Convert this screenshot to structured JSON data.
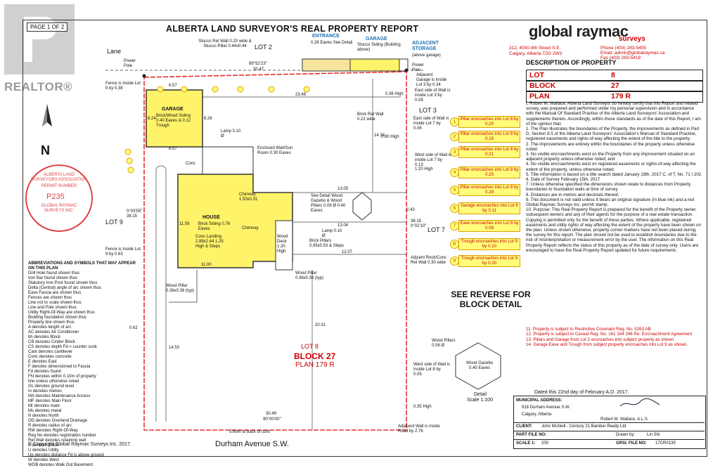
{
  "watermark": {
    "brand": "REALTOR®"
  },
  "header": {
    "page_label": "PAGE 1 OF 2",
    "title": "ALBERTA LAND SURVEYOR'S REAL PROPERTY REPORT"
  },
  "company": {
    "name": "global raymac",
    "sub": "surveys",
    "address_line1": "312, 4000-4th Street S.E.",
    "address_line2": "Calgary, Alberta T2G 2W3",
    "phone": "Phone (403) 283-5455",
    "email": "Email: admin@globalraymac.ca",
    "fax": "Fax (403) 283-5418"
  },
  "description": {
    "title": "DESCRIPTION OF PROPERTY",
    "rows": [
      {
        "label": "LOT",
        "value": "8"
      },
      {
        "label": "BLOCK",
        "value": "27"
      },
      {
        "label": "PLAN",
        "value": "179 R"
      }
    ]
  },
  "certification": {
    "intro": "I, Robert M. Wallace, Alberta Land Surveyor do hereby certify that this Report and related survey, was prepared and performed under my personal supervision and in accordance with the Manual Of Standard Practice of the Alberta Land Surveyors' Association and supplements thereto. Accordingly, within those standards as of the date of this Report, I am of the opinion that:",
    "items": [
      "1. The Plan illustrates the boundaries of the Property, the improvements as defined in Part D, Section 8.5 of the Alberta Land Surveyors' Association's Manual of Standard Practice, registered easements and rights-of-way affecting the extent of the title to the property;",
      "2. The improvements are entirely within the boundaries of the property unless otherwise noted;",
      "3. No visible encroachments exist on the Property from any improvement situated on an adjacent property unless otherwise noted; and",
      "4. No visible encroachments exist on registered easements or rights-of-way affecting the extent of the property, unless otherwise noted.",
      "5. Title information is based on a title search dated January 19th, 2017 C. of T. No. 71 I 202",
      "6. Date of Survey February 15th, 2017",
      "7. Unless otherwise specified the dimensions shown relate to distances from Property boundaries to foundation walls at time of survey",
      "8. Distances are in metres and decimals thereof.",
      "9. This document is not valid unless it bears an original signature (in blue ink) and a red Global Raymac Surveys Inc. permit stamp.",
      "10. Purpose: This Real Property Report is prepared for the benefit of the Property owner, subsequent owners and any of their agents for the purpose of a real estate transaction. Copying is permitted only for the benefit of these parties. Where applicable, registered easements and utility rights of way affecting the extent of the property have been shown on the plan. Unless shown otherwise, property corner markers have not been placed during the survey for this report. The plan should not be used to establish boundaries due to the risk of misinterpretation or measurement error by the user. The information on this Real Property Report reflects the status of this property as of the date of survey only. Users are encouraged to have the Real Property Report updated for future requirements."
    ]
  },
  "red_notes": [
    "11. Property is subject to Restrictive Covenant Reg. No. 5263 AB",
    "12. Property is subject to Caveat Reg. No. 161 164 246 Re: Encroachment Agreement",
    "13. Pillars and Garage from Lot 2 encroaches into subject property as shown.",
    "14. Garage Eave and Trough from subject property encroaches into Lot 9 as shown."
  ],
  "callouts": [
    {
      "num": "1",
      "text": "Pillar encroaches into Lot 8 by 0.20"
    },
    {
      "num": "2",
      "text": "Pillar encroaches into Lot 8 by 0.19"
    },
    {
      "num": "3",
      "text": "Pillar encroaches into Lot 8 by 0.21"
    },
    {
      "num": "4",
      "text": "Pillar encroaches into Lot 8 by 0.25"
    },
    {
      "num": "5",
      "text": "Pillar encroaches into Lot 8 by 0.29"
    },
    {
      "num": "6",
      "text": "Garage encroaches into Lot 8 by 0.11"
    },
    {
      "num": "7",
      "text": "Eave encroaches into Lot 9 by 0.08"
    },
    {
      "num": "8",
      "text": "Trough encroaches into Lot 9 by 0.10"
    },
    {
      "num": "9",
      "text": "Trough encroaches into Lot 9 by 0.20"
    }
  ],
  "reverse_note": {
    "line1": "SEE REVERSE FOR",
    "line2": "BLOCK DETAIL"
  },
  "plan": {
    "lane": "Lane",
    "lot2": "LOT 2",
    "lot3": "LOT 3",
    "lot7": "LOT 7",
    "lot9": "LOT 9",
    "lot8": "LOT 8",
    "block": "BLOCK 27",
    "plan": "PLAN 179 R",
    "entrance_title": "ENTRANCE",
    "entrance_text": "0.28 Eaves See Detail",
    "garage_adj_title": "GARAGE",
    "garage_adj_text": "Stucco Siding (Building above)",
    "adj_storage_title": "ADJACENT STORAGE",
    "adj_storage_sub": "(above garage)",
    "stucco_wall": "Stucco Ret Wall 0.20 wide & Stucco Pillar 0.44x0.44",
    "bearing_top": "89°52'23\"",
    "top_dim": "30.47",
    "dim_2348": "23.48",
    "dim_036": "0.36 High",
    "power_pole_left": "Power Pole",
    "power_pole_right": "Power Pole",
    "adj_garage": "Adjacent Garage is inside Lot 3 by 0.34",
    "east_wall": "East side of Wall is inside Lot 3 by 0.08",
    "brick_wall": "Brick Ret Wall 0.22 wide",
    "east_wall_7": "East side of Wall is inside Lot 7 by 0.06",
    "dim_080": "0.80 High",
    "west_wall_7": "West side of Wall is inside Lot 7 by 0.13",
    "dim_120": "1:20 High",
    "fence_lot9_top": "Fence is inside Lot 9 by 0.38",
    "fence_lot9_bottom": "Fence is inside Lot 9 by 0.63",
    "garage_title": "GARAGE",
    "garage_text": "Brick/Wood Siding 0.40 Eaves & 0.12 Trough",
    "garage_dim_top": "6.57",
    "garage_dim_bottom": "6.57",
    "garage_dim_side": "8.24",
    "garage_dim_right": "8.26",
    "lamp_top": "Lamp 0.10 Ø",
    "sunroom": "Enclosed Wall/Sun Room 0.30 Eaves",
    "house_title": "HOUSE",
    "house_text": "Brick Siding 0.76 Eaves",
    "chimney_top": "Chimney 1.50x0.31",
    "chimney_mid": "Chimney",
    "landing": "Conc Landing 2.88x2.44 1.25 High & Steps",
    "house_dim_side": "11.59",
    "house_dim_bottom": "11.00",
    "deck": "Wood Deck 1.20 High",
    "brick_pillars": "Brick Pillars 0.95x0.53 & Steps",
    "gazebo_detail": "See Detail Wood Gazebo & Wood Pillars 0.08 Ø 0.40 Eaves",
    "dim_1305": "13.05",
    "dim_1304": "13.04",
    "dim_1207": "12.07",
    "dim_243": "2.43",
    "lamp_mid": "Lamp 0.10 Ø",
    "adj_rock": "Adjcent Rock/Conc Ret Wall 0.30 wide",
    "wood_pillar_left": "Wood Pillar 0.36x0.36 (typ)",
    "wood_pillar_mid": "Wood Pillar 0.36x0.36 (typ)",
    "conc": "Conc",
    "dim_2031": "20.31",
    "dim_1474": "14.74",
    "dim_062": "0.62",
    "dim_1453": "14.53",
    "bottom_dim": "30.49",
    "bottom_bearing": "90°00'00\"",
    "west_wall_8": "West side of Wall is inside Lot 8 by 0.05",
    "dim_035": "0.35 High",
    "adj_wall_road": "Adjacent Wall is inside Road by 2.76",
    "curb": "5.69m to back of curb",
    "lot9_bearing": "0°03'55\" 38.15",
    "lot7_bearing": "38.15 0°02'10\"",
    "street": "Durham Avenue S.W."
  },
  "detail": {
    "wood_pillars": "Wood Pillars 0.08 Ø",
    "gazebo": "Wood Gazebo 0.40 Eaves",
    "label": "Detail",
    "scale": "Scale 1:100"
  },
  "stamp": {
    "line1": "ALBERTA LAND SURVEYORS ASSOCIATION",
    "permit": "PERMIT NUMBER",
    "number": "P235",
    "company": "GLOBAL RAYMAC SURVEYS INC."
  },
  "legend": {
    "title": "ABBREVIATIONS AND SYMBOLS THAT MAY APPEAR ON THIS PLAN",
    "items": [
      "Drill Hole found shown thus",
      "Iron Bar found shown thus",
      "Statutory Iron Post found shown thus",
      "Delta (Central) angle of arc shown thus",
      "Eave Fascia are shown thus",
      "Fences are shown thus",
      "Line not to scale shown thus",
      "Line and Pole shown thus",
      "Utility Right-Of-Way are shown thus",
      "Building foundation shown thus",
      "Property line shown thus",
      "A denotes length of arc",
      "AC denotes Air Conditioner",
      "bh denotes Block",
      "CB denotes Cinder Block",
      "CS denotes depth Fd = counter sunk",
      "Cant denotes cantilever",
      "Conc denotes concrete",
      "E denotes East",
      "F denotes dimensioned to Fascia",
      "Fd denotes found",
      "FN denotes within 0.10m of property",
      "line unless otherwise noted",
      "GL denotes ground level",
      "m denotes metres",
      "MA denotes Maintenance Access",
      "MF denotes Main Floor",
      "Mr denotes mark",
      "Ms denotes metal",
      "N denotes North",
      "OD denotes Overland Drainage",
      "R denotes radius of arc",
      "RW denotes Right-Of-Way",
      "Reg No denotes registration number",
      "Ret Wall denotes retaining wall",
      "S denotes South",
      "U denotes Utility",
      "Up denotes distance Fd is above ground",
      "W denotes West",
      "WOB denotes Walk Out Basement"
    ]
  },
  "signature": {
    "dated": "Dated this 22nd day of February A.D. 2017.",
    "name": "Robert M. Wallace, A.L.S."
  },
  "info": {
    "municipal_label": "MUNICIPAL ADDRESS:",
    "address1": "916 Durham Avenue S.W.",
    "address2": "Calgary, Alberta",
    "client_label": "CLIENT:",
    "client": "John McNeill - Century 21 Bamber Realty Ltd",
    "part_file_label": "PART FILE NO:",
    "drawn_label": "Drawn by:",
    "drawn_by": "Lin Shi",
    "scale_label": "SCALE 1:",
    "scale": "200",
    "grsi_label": "GRSI. FILE NO:",
    "grsi": "17CR0139"
  },
  "footer": {
    "copyright": "© Copyright Global Raymac Surveys Inc. 2017."
  },
  "north": "N",
  "colors": {
    "property_line": "#e53030",
    "garage_fill": "#fff36a",
    "house_fill": "#fff36a",
    "callout_fill": "#fffd7a",
    "accent_red": "#cc0000",
    "entrance_fill": "#f7e4a0"
  }
}
